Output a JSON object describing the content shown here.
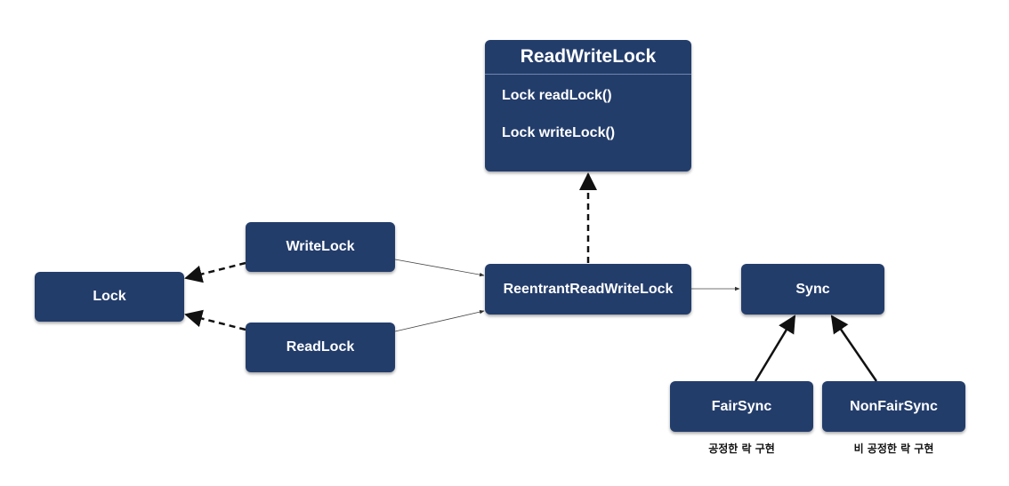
{
  "interface": {
    "title": "ReadWriteLock",
    "methods": [
      "Lock readLock()",
      "Lock writeLock()"
    ]
  },
  "nodes": {
    "lock": "Lock",
    "write_lock": "WriteLock",
    "read_lock": "ReadLock",
    "reentrant": "ReentrantReadWriteLock",
    "sync": "Sync",
    "fair_sync": "FairSync",
    "nonfair_sync": "NonFairSync"
  },
  "notes": {
    "fair": "공정한 락 구현",
    "nonfair": "비 공정한 락 구현"
  },
  "colors": {
    "node_fill": "#233d6b",
    "edge": "#111111"
  }
}
